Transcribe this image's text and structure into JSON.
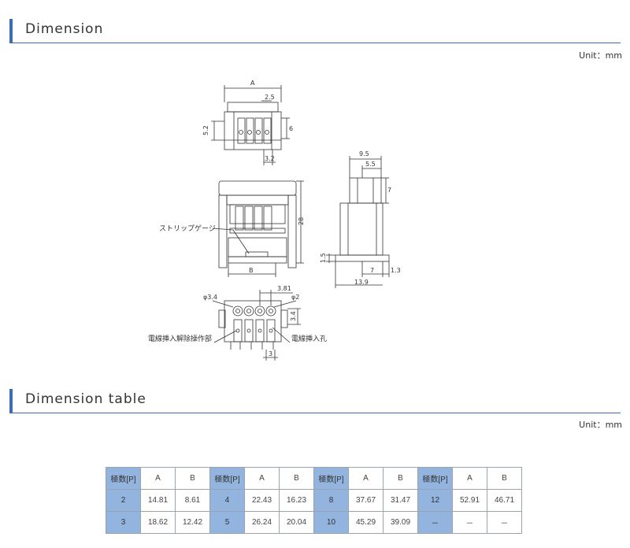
{
  "sections": {
    "dimension": {
      "title": "Dimension",
      "unit": "Unit：mm"
    },
    "table": {
      "title": "Dimension table",
      "unit": "Unit：mm"
    }
  },
  "drawing": {
    "labels": {
      "A": "A",
      "B": "B",
      "d2_5": "2.5",
      "d5_2": "5.2",
      "d6": "6",
      "d3_2": "3.2",
      "d28": "28",
      "d9_5": "9.5",
      "d5_5": "5.5",
      "d7_top": "7",
      "d1_5": "1.5",
      "d7_bot": "7",
      "d1_3": "1.3",
      "d13_9": "13.9",
      "d3_81": "3.81",
      "phi3_4": "φ3.4",
      "phi2": "φ2",
      "d3_4": "3.4",
      "d3": "3",
      "strip_gauge": "ストリップゲージ",
      "release": "電線挿入解除操作部",
      "wire_hole": "電線挿入孔"
    }
  },
  "table": {
    "header": [
      "極数[P]",
      "A",
      "B",
      "極数[P]",
      "A",
      "B",
      "極数[P]",
      "A",
      "B",
      "極数[P]",
      "A",
      "B"
    ],
    "rows": [
      [
        "2",
        "14.81",
        "8.61",
        "4",
        "22.43",
        "16.23",
        "8",
        "37.67",
        "31.47",
        "12",
        "52.91",
        "46.71"
      ],
      [
        "3",
        "18.62",
        "12.42",
        "5",
        "26.24",
        "20.04",
        "10",
        "45.29",
        "39.09",
        "－",
        "－",
        "－"
      ]
    ]
  },
  "colors": {
    "accent": "#3a6db3",
    "header_cell": "#93b4de"
  }
}
